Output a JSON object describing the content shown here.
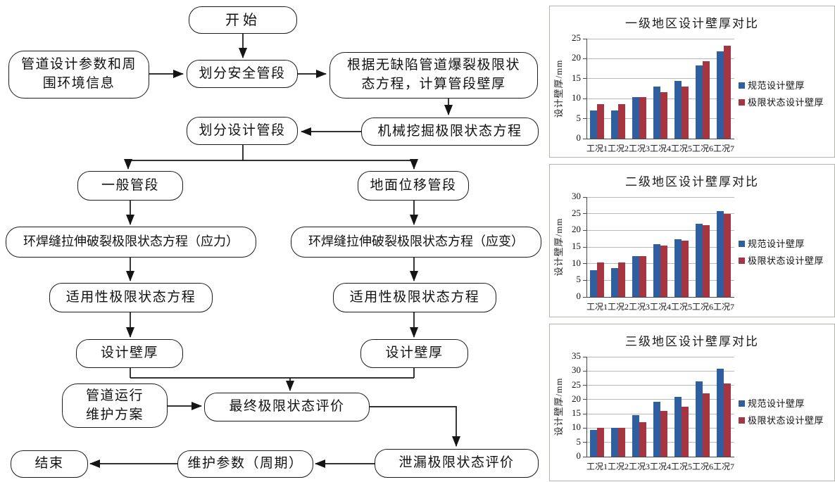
{
  "figure": {
    "description_flow_title": "",
    "flowchart": {
      "nodes": [
        {
          "id": "start",
          "label": "开始"
        },
        {
          "id": "input_params",
          "label": "管道设计参数和周\n围环境信息"
        },
        {
          "id": "divide_safety",
          "label": "划分安全管段"
        },
        {
          "id": "burst_eq",
          "label": "根据无缺陷管道爆裂极限状\n态方程，计算管段壁厚"
        },
        {
          "id": "divide_design",
          "label": "划分设计管段"
        },
        {
          "id": "mech_eq",
          "label": "机械挖掘极限状态方程"
        },
        {
          "id": "general_seg",
          "label": "一般管段"
        },
        {
          "id": "ground_seg",
          "label": "地面位移管段"
        },
        {
          "id": "weld_stress",
          "label": "环焊缝拉伸破裂极限状态方程（应力）"
        },
        {
          "id": "weld_strain",
          "label": "环焊缝拉伸破裂极限状态方程（应变）"
        },
        {
          "id": "service_left",
          "label": "适用性极限状态方程"
        },
        {
          "id": "service_right",
          "label": "适用性极限状态方程"
        },
        {
          "id": "thickness_left",
          "label": "设计壁厚"
        },
        {
          "id": "thickness_right",
          "label": "设计壁厚"
        },
        {
          "id": "maintenance_plan",
          "label": "管道运行\n维护方案"
        },
        {
          "id": "final_eval",
          "label": "最终极限状态评价"
        },
        {
          "id": "leak_eval",
          "label": "泄漏极限状态评价"
        },
        {
          "id": "maint_params",
          "label": "维护参数（周期）"
        },
        {
          "id": "end",
          "label": "结束"
        }
      ]
    }
  },
  "chart_data": [
    {
      "type": "bar",
      "title": "一级地区设计壁厚对比",
      "ylabel": "设计壁厚/mm",
      "xlabel": "",
      "ylim": [
        0,
        25
      ],
      "ytick_step": 5,
      "grid": true,
      "legend_position": "right",
      "categories": [
        "工况1",
        "工况2",
        "工况3",
        "工况4",
        "工况5",
        "工况6",
        "工况7"
      ],
      "series": [
        {
          "name": "规范设计壁厚",
          "color": "#2F5F9E",
          "values": [
            7.1,
            7.1,
            10.3,
            13.1,
            14.4,
            18.3,
            21.9
          ]
        },
        {
          "name": "极限状态设计壁厚",
          "color": "#A53540",
          "values": [
            8.6,
            8.6,
            10.4,
            11.7,
            13.1,
            19.4,
            23.2
          ]
        }
      ]
    },
    {
      "type": "bar",
      "title": "二级地区设计壁厚对比",
      "ylabel": "设计壁厚/mm",
      "xlabel": "",
      "ylim": [
        0,
        30
      ],
      "ytick_step": 5,
      "grid": true,
      "legend_position": "right",
      "categories": [
        "工况1",
        "工况2",
        "工况3",
        "工况4",
        "工况5",
        "工况6",
        "工况7"
      ],
      "series": [
        {
          "name": "规范设计壁厚",
          "color": "#2F5F9E",
          "values": [
            8.0,
            8.7,
            12.3,
            15.8,
            17.4,
            22.0,
            25.7
          ]
        },
        {
          "name": "极限状态设计壁厚",
          "color": "#A53540",
          "values": [
            10.3,
            10.4,
            12.3,
            15.5,
            17.0,
            21.5,
            25.0
          ]
        }
      ]
    },
    {
      "type": "bar",
      "title": "三级地区设计壁厚对比",
      "ylabel": "设计壁厚/mm",
      "xlabel": "",
      "ylim": [
        0,
        35
      ],
      "ytick_step": 5,
      "grid": true,
      "legend_position": "right",
      "categories": [
        "工况1",
        "工况2",
        "工况3",
        "工况4",
        "工况5",
        "工况6",
        "工况7"
      ],
      "series": [
        {
          "name": "规范设计壁厚",
          "color": "#2F5F9E",
          "values": [
            9.3,
            10.0,
            14.5,
            19.2,
            21.0,
            26.3,
            30.8
          ]
        },
        {
          "name": "极限状态设计壁厚",
          "color": "#A53540",
          "values": [
            10.0,
            10.0,
            12.2,
            15.9,
            17.6,
            22.1,
            25.7
          ]
        }
      ]
    }
  ]
}
